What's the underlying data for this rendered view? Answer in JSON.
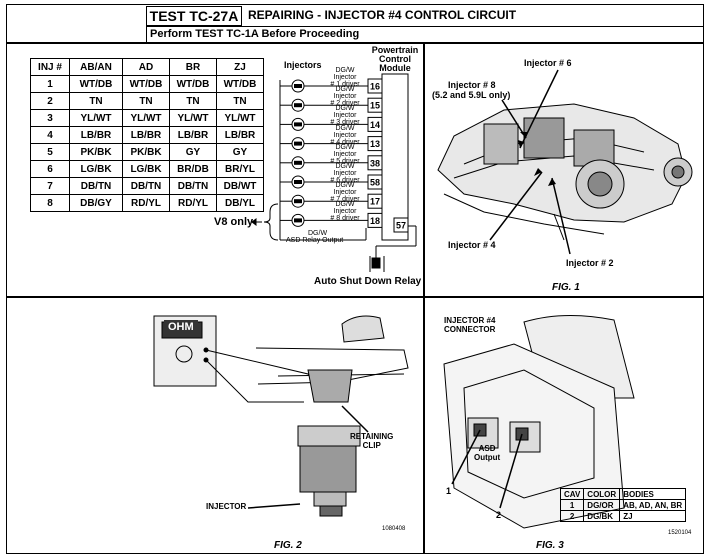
{
  "header": {
    "test_id": "TEST TC-27A",
    "title": "REPAIRING - INJECTOR #4 CONTROL CIRCUIT",
    "subtitle": "Perform TEST TC-1A Before Proceeding"
  },
  "table": {
    "headers": [
      "INJ #",
      "AB/AN",
      "AD",
      "BR",
      "ZJ"
    ],
    "rows": [
      [
        "1",
        "WT/DB",
        "WT/DB",
        "WT/DB",
        "WT/DB"
      ],
      [
        "2",
        "TN",
        "TN",
        "TN",
        "TN"
      ],
      [
        "3",
        "YL/WT",
        "YL/WT",
        "YL/WT",
        "YL/WT"
      ],
      [
        "4",
        "LB/BR",
        "LB/BR",
        "LB/BR",
        "LB/BR"
      ],
      [
        "5",
        "PK/BK",
        "PK/BK",
        "GY",
        "GY"
      ],
      [
        "6",
        "LG/BK",
        "LG/BK",
        "BR/DB",
        "BR/YL"
      ],
      [
        "7",
        "DB/TN",
        "DB/TN",
        "DB/TN",
        "DB/WT"
      ],
      [
        "8",
        "DB/GY",
        "RD/YL",
        "RD/YL",
        "DB/YL"
      ]
    ]
  },
  "schematic": {
    "injectors_label": "Injectors",
    "pcm_label_1": "Powertrain",
    "pcm_label_2": "Control",
    "pcm_label_3": "Module",
    "v8_only": "V8 only",
    "asd_relay": "Auto Shut Down Relay",
    "wires": [
      {
        "color": "DG/W",
        "l2": "Injector",
        "l3": "# 1 driver",
        "pin": "16"
      },
      {
        "color": "DG/W",
        "l2": "Injector",
        "l3": "# 2 driver",
        "pin": "15"
      },
      {
        "color": "DG/W",
        "l2": "Injector",
        "l3": "# 3 driver",
        "pin": "14"
      },
      {
        "color": "DG/W",
        "l2": "Injector",
        "l3": "# 4 driver",
        "pin": "13"
      },
      {
        "color": "DG/W",
        "l2": "Injector",
        "l3": "# 5 driver",
        "pin": "38"
      },
      {
        "color": "DG/W",
        "l2": "Injector",
        "l3": "# 6 driver",
        "pin": "58"
      },
      {
        "color": "DG/W",
        "l2": "Injector",
        "l3": "# 7 driver",
        "pin": "17"
      },
      {
        "color": "DG/W",
        "l2": "Injector",
        "l3": "# 8 driver",
        "pin": "18"
      }
    ],
    "asd_wire_color": "DG/W",
    "asd_wire_label": "ASD Relay Output",
    "asd_pin": "57"
  },
  "fig1": {
    "injector6": "Injector # 6",
    "injector8": "Injector # 8",
    "injector8_note": "(5.2 and 5.9L only)",
    "injector4": "Injector # 4",
    "injector2": "Injector # 2",
    "caption": "FIG. 1"
  },
  "fig2": {
    "ohm": "OHM",
    "retaining": "RETAINING",
    "clip": "CLIP",
    "injector": "INJECTOR",
    "code": "1080408",
    "caption": "FIG. 2"
  },
  "fig3": {
    "title1": "INJECTOR #4",
    "title2": "CONNECTOR",
    "asd1": "ASD",
    "asd2": "Output",
    "pin1": "1",
    "pin2": "2",
    "cav_headers": [
      "CAV",
      "COLOR",
      "BODIES"
    ],
    "cav_rows": [
      [
        "1",
        "DG/OR",
        "AB, AD, AN, BR"
      ],
      [
        "2",
        "DG/BK",
        "ZJ"
      ]
    ],
    "code": "1520104",
    "caption": "FIG. 3"
  }
}
